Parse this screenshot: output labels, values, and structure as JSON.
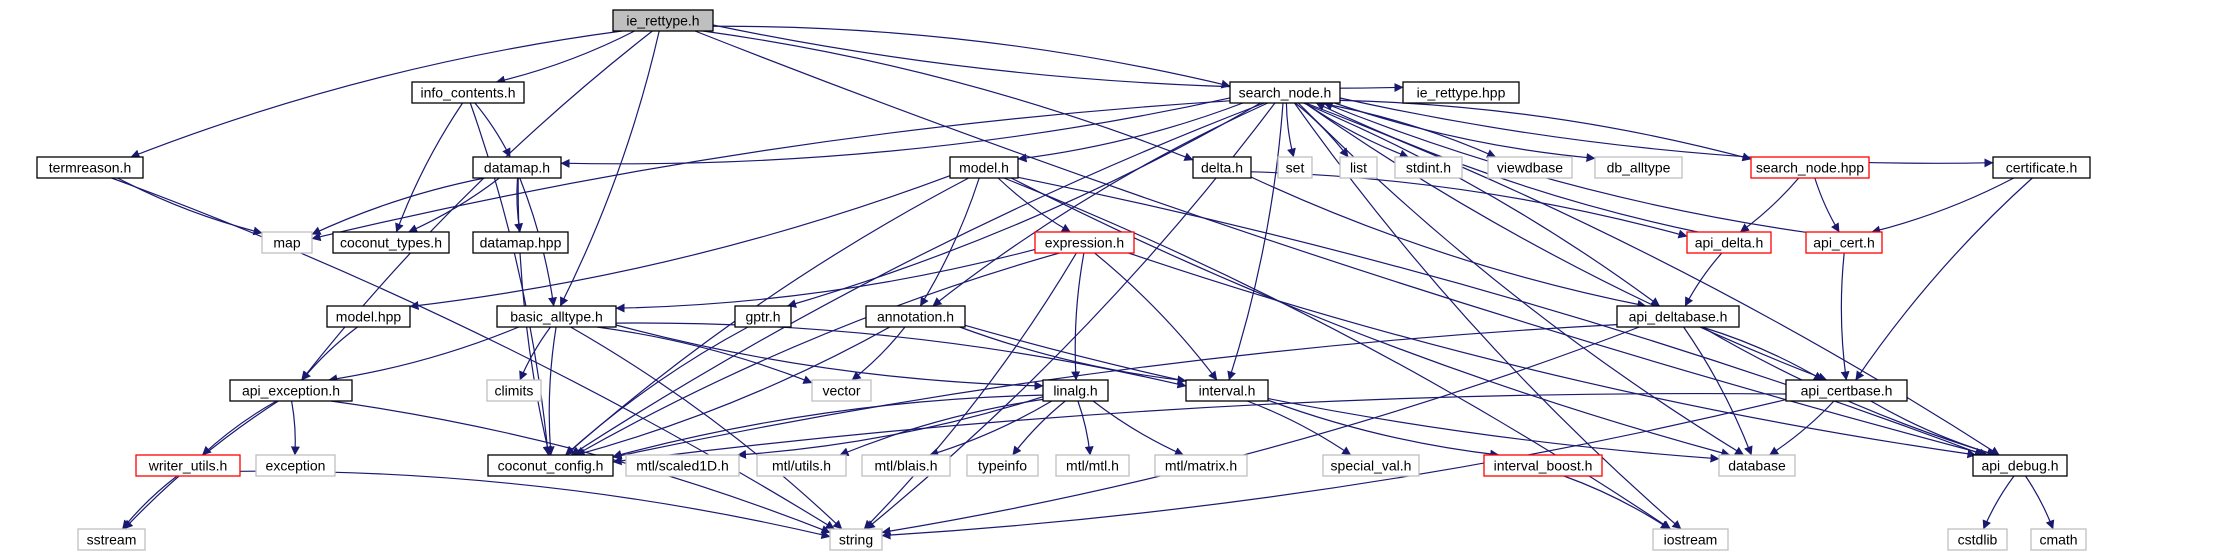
{
  "colors": {
    "edge": "#191970",
    "border_normal": "#000000",
    "border_external": "#bfbfbf",
    "border_red": "#ff0000",
    "fill_root": "#bfbfbf",
    "fill": "#ffffff"
  },
  "nodes": [
    {
      "id": "ie_rettype_h",
      "label": "ie_rettype.h",
      "style": "root"
    },
    {
      "id": "info_contents_h",
      "label": "info_contents.h",
      "style": "normal"
    },
    {
      "id": "ie_rettype_hpp",
      "label": "ie_rettype.hpp",
      "style": "normal"
    },
    {
      "id": "search_node_h",
      "label": "search_node.h",
      "style": "normal"
    },
    {
      "id": "termreason_h",
      "label": "termreason.h",
      "style": "normal"
    },
    {
      "id": "datamap_h",
      "label": "datamap.h",
      "style": "normal"
    },
    {
      "id": "model_h",
      "label": "model.h",
      "style": "normal"
    },
    {
      "id": "delta_h",
      "label": "delta.h",
      "style": "normal"
    },
    {
      "id": "set",
      "label": "set",
      "style": "external"
    },
    {
      "id": "list",
      "label": "list",
      "style": "external"
    },
    {
      "id": "stdint_h",
      "label": "stdint.h",
      "style": "external"
    },
    {
      "id": "viewdbase",
      "label": "viewdbase",
      "style": "external"
    },
    {
      "id": "db_alltype",
      "label": "db_alltype",
      "style": "external"
    },
    {
      "id": "search_node_hpp",
      "label": "search_node.hpp",
      "style": "red"
    },
    {
      "id": "certificate_h",
      "label": "certificate.h",
      "style": "normal"
    },
    {
      "id": "map",
      "label": "map",
      "style": "external"
    },
    {
      "id": "coconut_types_h",
      "label": "coconut_types.h",
      "style": "normal"
    },
    {
      "id": "datamap_hpp",
      "label": "datamap.hpp",
      "style": "normal"
    },
    {
      "id": "expression_h",
      "label": "expression.h",
      "style": "red"
    },
    {
      "id": "api_delta_h",
      "label": "api_delta.h",
      "style": "red"
    },
    {
      "id": "api_cert_h",
      "label": "api_cert.h",
      "style": "red"
    },
    {
      "id": "model_hpp",
      "label": "model.hpp",
      "style": "normal"
    },
    {
      "id": "basic_alltype_h",
      "label": "basic_alltype.h",
      "style": "normal"
    },
    {
      "id": "gptr_h",
      "label": "gptr.h",
      "style": "normal"
    },
    {
      "id": "annotation_h",
      "label": "annotation.h",
      "style": "normal"
    },
    {
      "id": "api_deltabase_h",
      "label": "api_deltabase.h",
      "style": "normal"
    },
    {
      "id": "api_exception_h",
      "label": "api_exception.h",
      "style": "normal"
    },
    {
      "id": "climits",
      "label": "climits",
      "style": "external"
    },
    {
      "id": "vector",
      "label": "vector",
      "style": "external"
    },
    {
      "id": "linalg_h",
      "label": "linalg.h",
      "style": "normal"
    },
    {
      "id": "interval_h",
      "label": "interval.h",
      "style": "normal"
    },
    {
      "id": "api_certbase_h",
      "label": "api_certbase.h",
      "style": "normal"
    },
    {
      "id": "writer_utils_h",
      "label": "writer_utils.h",
      "style": "red"
    },
    {
      "id": "exception",
      "label": "exception",
      "style": "external"
    },
    {
      "id": "coconut_config_h",
      "label": "coconut_config.h",
      "style": "normal"
    },
    {
      "id": "mtl_scaled1D_h",
      "label": "mtl/scaled1D.h",
      "style": "external"
    },
    {
      "id": "mtl_utils_h",
      "label": "mtl/utils.h",
      "style": "external"
    },
    {
      "id": "mtl_blais_h",
      "label": "mtl/blais.h",
      "style": "external"
    },
    {
      "id": "typeinfo",
      "label": "typeinfo",
      "style": "external"
    },
    {
      "id": "mtl_mtl_h",
      "label": "mtl/mtl.h",
      "style": "external"
    },
    {
      "id": "mtl_matrix_h",
      "label": "mtl/matrix.h",
      "style": "external"
    },
    {
      "id": "special_val_h",
      "label": "special_val.h",
      "style": "external"
    },
    {
      "id": "interval_boost_h",
      "label": "interval_boost.h",
      "style": "red"
    },
    {
      "id": "database",
      "label": "database",
      "style": "external"
    },
    {
      "id": "api_debug_h",
      "label": "api_debug.h",
      "style": "normal"
    },
    {
      "id": "sstream",
      "label": "sstream",
      "style": "external"
    },
    {
      "id": "string",
      "label": "string",
      "style": "external"
    },
    {
      "id": "iostream",
      "label": "iostream",
      "style": "external"
    },
    {
      "id": "cstdlib",
      "label": "cstdlib",
      "style": "external"
    },
    {
      "id": "cmath",
      "label": "cmath",
      "style": "external"
    }
  ],
  "edges": [
    {
      "from": "ie_rettype_h",
      "to": "info_contents_h"
    },
    {
      "from": "ie_rettype_h",
      "to": "ie_rettype_hpp"
    },
    {
      "from": "ie_rettype_h",
      "to": "search_node_h"
    },
    {
      "from": "ie_rettype_h",
      "to": "termreason_h"
    },
    {
      "from": "ie_rettype_h",
      "to": "delta_h"
    },
    {
      "from": "ie_rettype_h",
      "to": "api_exception_h"
    },
    {
      "from": "ie_rettype_h",
      "to": "basic_alltype_h"
    },
    {
      "from": "ie_rettype_h",
      "to": "api_debug_h"
    },
    {
      "from": "info_contents_h",
      "to": "datamap_h"
    },
    {
      "from": "info_contents_h",
      "to": "coconut_types_h"
    },
    {
      "from": "info_contents_h",
      "to": "coconut_config_h"
    },
    {
      "from": "termreason_h",
      "to": "map"
    },
    {
      "from": "termreason_h",
      "to": "string"
    },
    {
      "from": "datamap_h",
      "to": "map"
    },
    {
      "from": "datamap_h",
      "to": "coconut_types_h"
    },
    {
      "from": "datamap_h",
      "to": "datamap_hpp"
    },
    {
      "from": "datamap_h",
      "to": "basic_alltype_h"
    },
    {
      "from": "datamap_h",
      "to": "coconut_config_h"
    },
    {
      "from": "search_node_h",
      "to": "datamap_h"
    },
    {
      "from": "search_node_h",
      "to": "map"
    },
    {
      "from": "search_node_h",
      "to": "model_h"
    },
    {
      "from": "search_node_h",
      "to": "set"
    },
    {
      "from": "search_node_h",
      "to": "list"
    },
    {
      "from": "search_node_h",
      "to": "stdint_h"
    },
    {
      "from": "search_node_h",
      "to": "viewdbase"
    },
    {
      "from": "search_node_h",
      "to": "db_alltype"
    },
    {
      "from": "search_node_h",
      "to": "search_node_hpp"
    },
    {
      "from": "search_node_h",
      "to": "certificate_h"
    },
    {
      "from": "search_node_h",
      "to": "gptr_h"
    },
    {
      "from": "search_node_h",
      "to": "annotation_h"
    },
    {
      "from": "search_node_h",
      "to": "interval_h"
    },
    {
      "from": "search_node_h",
      "to": "coconut_config_h"
    },
    {
      "from": "search_node_h",
      "to": "api_deltabase_h"
    },
    {
      "from": "search_node_h",
      "to": "api_certbase_h"
    },
    {
      "from": "search_node_h",
      "to": "string"
    },
    {
      "from": "search_node_h",
      "to": "database"
    },
    {
      "from": "search_node_h",
      "to": "api_debug_h"
    },
    {
      "from": "search_node_h",
      "to": "iostream"
    },
    {
      "from": "search_node_hpp",
      "to": "api_delta_h"
    },
    {
      "from": "search_node_hpp",
      "to": "api_cert_h"
    },
    {
      "from": "api_delta_h",
      "to": "search_node_h"
    },
    {
      "from": "api_delta_h",
      "to": "api_deltabase_h"
    },
    {
      "from": "api_cert_h",
      "to": "search_node_h"
    },
    {
      "from": "api_cert_h",
      "to": "api_certbase_h"
    },
    {
      "from": "certificate_h",
      "to": "api_cert_h"
    },
    {
      "from": "certificate_h",
      "to": "api_certbase_h"
    },
    {
      "from": "delta_h",
      "to": "api_delta_h"
    },
    {
      "from": "delta_h",
      "to": "api_deltabase_h"
    },
    {
      "from": "model_h",
      "to": "model_hpp"
    },
    {
      "from": "model_h",
      "to": "expression_h"
    },
    {
      "from": "model_h",
      "to": "annotation_h"
    },
    {
      "from": "model_h",
      "to": "coconut_config_h"
    },
    {
      "from": "model_h",
      "to": "api_debug_h"
    },
    {
      "from": "model_h",
      "to": "database"
    },
    {
      "from": "model_h",
      "to": "iostream"
    },
    {
      "from": "model_hpp",
      "to": "api_exception_h"
    },
    {
      "from": "expression_h",
      "to": "basic_alltype_h"
    },
    {
      "from": "expression_h",
      "to": "linalg_h"
    },
    {
      "from": "expression_h",
      "to": "interval_h"
    },
    {
      "from": "expression_h",
      "to": "coconut_config_h"
    },
    {
      "from": "expression_h",
      "to": "string"
    },
    {
      "from": "expression_h",
      "to": "api_debug_h"
    },
    {
      "from": "basic_alltype_h",
      "to": "api_exception_h"
    },
    {
      "from": "basic_alltype_h",
      "to": "climits"
    },
    {
      "from": "basic_alltype_h",
      "to": "vector"
    },
    {
      "from": "basic_alltype_h",
      "to": "linalg_h"
    },
    {
      "from": "basic_alltype_h",
      "to": "interval_h"
    },
    {
      "from": "basic_alltype_h",
      "to": "coconut_config_h"
    },
    {
      "from": "basic_alltype_h",
      "to": "string"
    },
    {
      "from": "gptr_h",
      "to": "coconut_config_h"
    },
    {
      "from": "annotation_h",
      "to": "vector"
    },
    {
      "from": "annotation_h",
      "to": "interval_h"
    },
    {
      "from": "annotation_h",
      "to": "coconut_config_h"
    },
    {
      "from": "annotation_h",
      "to": "database"
    },
    {
      "from": "api_deltabase_h",
      "to": "api_certbase_h"
    },
    {
      "from": "api_deltabase_h",
      "to": "coconut_config_h"
    },
    {
      "from": "api_deltabase_h",
      "to": "database"
    },
    {
      "from": "api_deltabase_h",
      "to": "api_debug_h"
    },
    {
      "from": "api_deltabase_h",
      "to": "string"
    },
    {
      "from": "api_certbase_h",
      "to": "coconut_config_h"
    },
    {
      "from": "api_certbase_h",
      "to": "database"
    },
    {
      "from": "api_certbase_h",
      "to": "api_debug_h"
    },
    {
      "from": "api_certbase_h",
      "to": "string"
    },
    {
      "from": "api_exception_h",
      "to": "writer_utils_h"
    },
    {
      "from": "api_exception_h",
      "to": "exception"
    },
    {
      "from": "api_exception_h",
      "to": "sstream"
    },
    {
      "from": "api_exception_h",
      "to": "string"
    },
    {
      "from": "writer_utils_h",
      "to": "sstream"
    },
    {
      "from": "writer_utils_h",
      "to": "string"
    },
    {
      "from": "linalg_h",
      "to": "coconut_config_h"
    },
    {
      "from": "linalg_h",
      "to": "mtl_scaled1D_h"
    },
    {
      "from": "linalg_h",
      "to": "mtl_utils_h"
    },
    {
      "from": "linalg_h",
      "to": "mtl_blais_h"
    },
    {
      "from": "linalg_h",
      "to": "typeinfo"
    },
    {
      "from": "linalg_h",
      "to": "mtl_mtl_h"
    },
    {
      "from": "linalg_h",
      "to": "mtl_matrix_h"
    },
    {
      "from": "interval_h",
      "to": "special_val_h"
    },
    {
      "from": "interval_h",
      "to": "interval_boost_h"
    },
    {
      "from": "interval_boost_h",
      "to": "iostream"
    },
    {
      "from": "api_debug_h",
      "to": "cstdlib"
    },
    {
      "from": "api_debug_h",
      "to": "cmath"
    }
  ]
}
